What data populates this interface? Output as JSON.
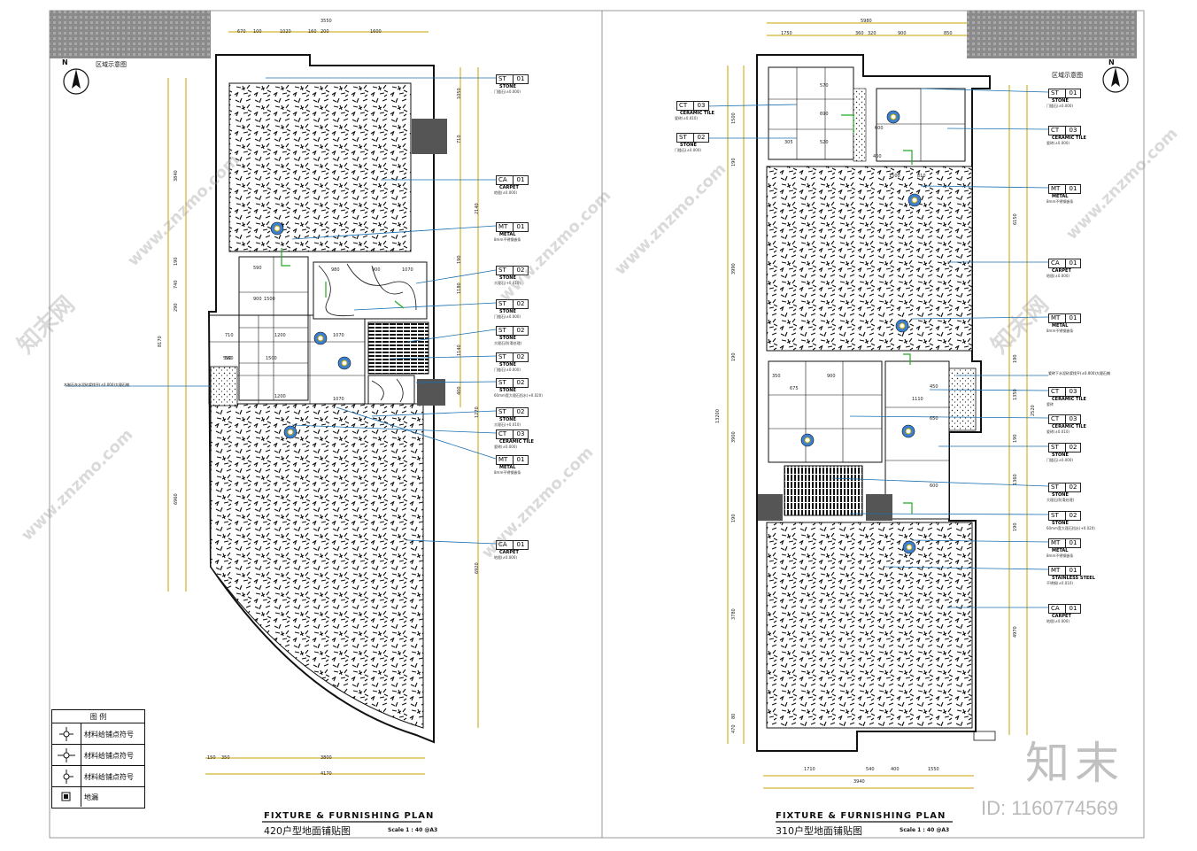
{
  "left_plan": {
    "title_en": "FIXTURE & FURNISHING PLAN",
    "title_cn": "420户型地面铺贴图",
    "scale": "Scale 1 : 40 @A3",
    "key_plan_label": "区域示意图",
    "north_label": "N",
    "top_dims": [
      "3550",
      "670",
      "100",
      "1020",
      "160",
      "200",
      "1600"
    ],
    "bottom_dims": [
      "150",
      "350",
      "3800",
      "4170"
    ],
    "left_dims": [
      "3840",
      "8170",
      "190",
      "740",
      "290",
      "6960"
    ],
    "right_dims": [
      "1050",
      "710",
      "2140",
      "190",
      "1180",
      "1140",
      "400",
      "1270",
      "6920"
    ],
    "side_note": "木制石灰水泥砂浆找平(±0.000)大理石铺",
    "tags": [
      {
        "code": "ST",
        "num": "01",
        "name": "STONE",
        "desc": "门槛石(±0.000)"
      },
      {
        "code": "CA",
        "num": "01",
        "name": "CARPET",
        "desc": "地毯(±0.000)"
      },
      {
        "code": "MT",
        "num": "01",
        "name": "METAL",
        "desc": "8mm不锈钢嵌条"
      },
      {
        "code": "ST",
        "num": "02",
        "name": "STONE",
        "desc": "大理石(+0.010)"
      },
      {
        "code": "ST",
        "num": "02",
        "name": "STONE",
        "desc": "门槛石(±0.000)"
      },
      {
        "code": "ST",
        "num": "02",
        "name": "STONE",
        "desc": "大理石(防滑处理)"
      },
      {
        "code": "ST",
        "num": "02",
        "name": "STONE",
        "desc": "门槛石(±0.000)"
      },
      {
        "code": "ST",
        "num": "02",
        "name": "STONE",
        "desc": "60mm宽大理石挡水(+0.020)"
      },
      {
        "code": "ST",
        "num": "02",
        "name": "STONE",
        "desc": "大理石(+0.010)"
      },
      {
        "code": "CT",
        "num": "03",
        "name": "CERAMIC TILE",
        "desc": "瓷砖(±0.000)"
      },
      {
        "code": "MT",
        "num": "01",
        "name": "METAL",
        "desc": "8mm不锈钢嵌条"
      },
      {
        "code": "CA",
        "num": "01",
        "name": "CARPET",
        "desc": "地毯(±0.000)"
      }
    ],
    "room_dims": [
      "590",
      "900",
      "1500",
      "560",
      "710",
      "1200",
      "1070",
      "1500",
      "1070",
      "590",
      "1200",
      "980",
      "900",
      "1070"
    ]
  },
  "right_plan": {
    "title_en": "FIXTURE & FURNISHING PLAN",
    "title_cn": "310户型地面铺贴图",
    "scale": "Scale 1 : 40 @A3",
    "key_plan_label": "区域示意图",
    "north_label": "N",
    "top_dims": [
      "5980",
      "1750",
      "360",
      "320",
      "900",
      "850"
    ],
    "bottom_dims": [
      "1710",
      "540",
      "400",
      "1550",
      "3940"
    ],
    "left_dims": [
      "1500",
      "190",
      "3990",
      "190",
      "13200",
      "3900",
      "190",
      "3780",
      "470",
      "80"
    ],
    "right_dims": [
      "6150",
      "2520",
      "1350",
      "190",
      "1360",
      "190",
      "4970",
      "190"
    ],
    "side_note": "瓷砖下水泥砂浆找平(±0.000)大理石铺",
    "tags_left": [
      {
        "code": "CT",
        "num": "03",
        "name": "CERAMIC TILE",
        "desc": "瓷砖(±0.010)"
      },
      {
        "code": "ST",
        "num": "02",
        "name": "STONE",
        "desc": "门槛石(±0.000)"
      }
    ],
    "tags": [
      {
        "code": "ST",
        "num": "01",
        "name": "STONE",
        "desc": "门槛石(±0.000)"
      },
      {
        "code": "CT",
        "num": "03",
        "name": "CERAMIC TILE",
        "desc": "瓷砖(±0.000)"
      },
      {
        "code": "MT",
        "num": "01",
        "name": "METAL",
        "desc": "8mm不锈钢嵌条"
      },
      {
        "code": "CA",
        "num": "01",
        "name": "CARPET",
        "desc": "地毯(±0.000)"
      },
      {
        "code": "MT",
        "num": "01",
        "name": "METAL",
        "desc": "8mm不锈钢嵌条"
      },
      {
        "code": "CT",
        "num": "03",
        "name": "CERAMIC TILE",
        "desc": "瓷砖"
      },
      {
        "code": "CT",
        "num": "03",
        "name": "CERAMIC TILE",
        "desc": "瓷砖(±0.010)"
      },
      {
        "code": "ST",
        "num": "02",
        "name": "STONE",
        "desc": "门槛石(±0.000)"
      },
      {
        "code": "ST",
        "num": "02",
        "name": "STONE",
        "desc": "大理石(防滑处理)"
      },
      {
        "code": "ST",
        "num": "02",
        "name": "STONE",
        "desc": "60mm宽大理石挡水(+0.020)"
      },
      {
        "code": "MT",
        "num": "01",
        "name": "METAL",
        "desc": "8mm不锈钢嵌条"
      },
      {
        "code": "MT",
        "num": "01",
        "name": "STAINLESS STEEL",
        "desc": "不锈钢(±0.010)"
      },
      {
        "code": "CA",
        "num": "01",
        "name": "CARPET",
        "desc": "地毯(±0.000)"
      }
    ],
    "room_dims": [
      "570",
      "690",
      "305",
      "520",
      "600",
      "460",
      "1500",
      "810",
      "350",
      "675",
      "900",
      "1110",
      "650",
      "450",
      "600"
    ]
  },
  "legend": {
    "header": "图  例",
    "rows": [
      "材料给铺点符号",
      "材料给铺点符号",
      "材料给铺点符号",
      "地漏"
    ]
  },
  "watermark": {
    "site": "www.znzmo.com",
    "brand": "知末网",
    "logo": "知末",
    "id_text": "ID: 1160774569"
  },
  "colors": {
    "line": "#111111",
    "dimension": "#c9a300",
    "leader": "#1a6fb0",
    "callout": "#22aa22",
    "marker_fill": "#3a7fd0",
    "column": "#555555"
  }
}
